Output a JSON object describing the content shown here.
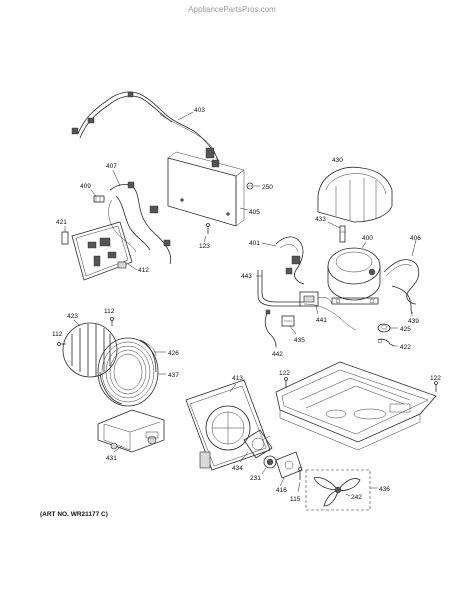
{
  "header": {
    "watermark": "AppliancePartsPros.com"
  },
  "footer": {
    "art_no": "(ART NO. WR21177 C)"
  },
  "callouts": {
    "c403": "403",
    "c407": "407",
    "c409": "409",
    "c421": "421",
    "c250": "250",
    "c405": "405",
    "c123a": "123",
    "c412": "412",
    "c430": "430",
    "c433": "433",
    "c401": "401",
    "c400": "400",
    "c406": "406",
    "c443": "443",
    "c439": "439",
    "c441": "441",
    "c435": "435",
    "c442": "442",
    "c425": "425",
    "c422": "422",
    "c112a": "112",
    "c423": "423",
    "c112b": "112",
    "c426": "426",
    "c437": "437",
    "c413": "413",
    "c122a": "122",
    "c122b": "122",
    "c431": "431",
    "c434": "434",
    "c231": "231",
    "c416": "416",
    "c115": "115",
    "c436": "436",
    "c242": "242"
  }
}
